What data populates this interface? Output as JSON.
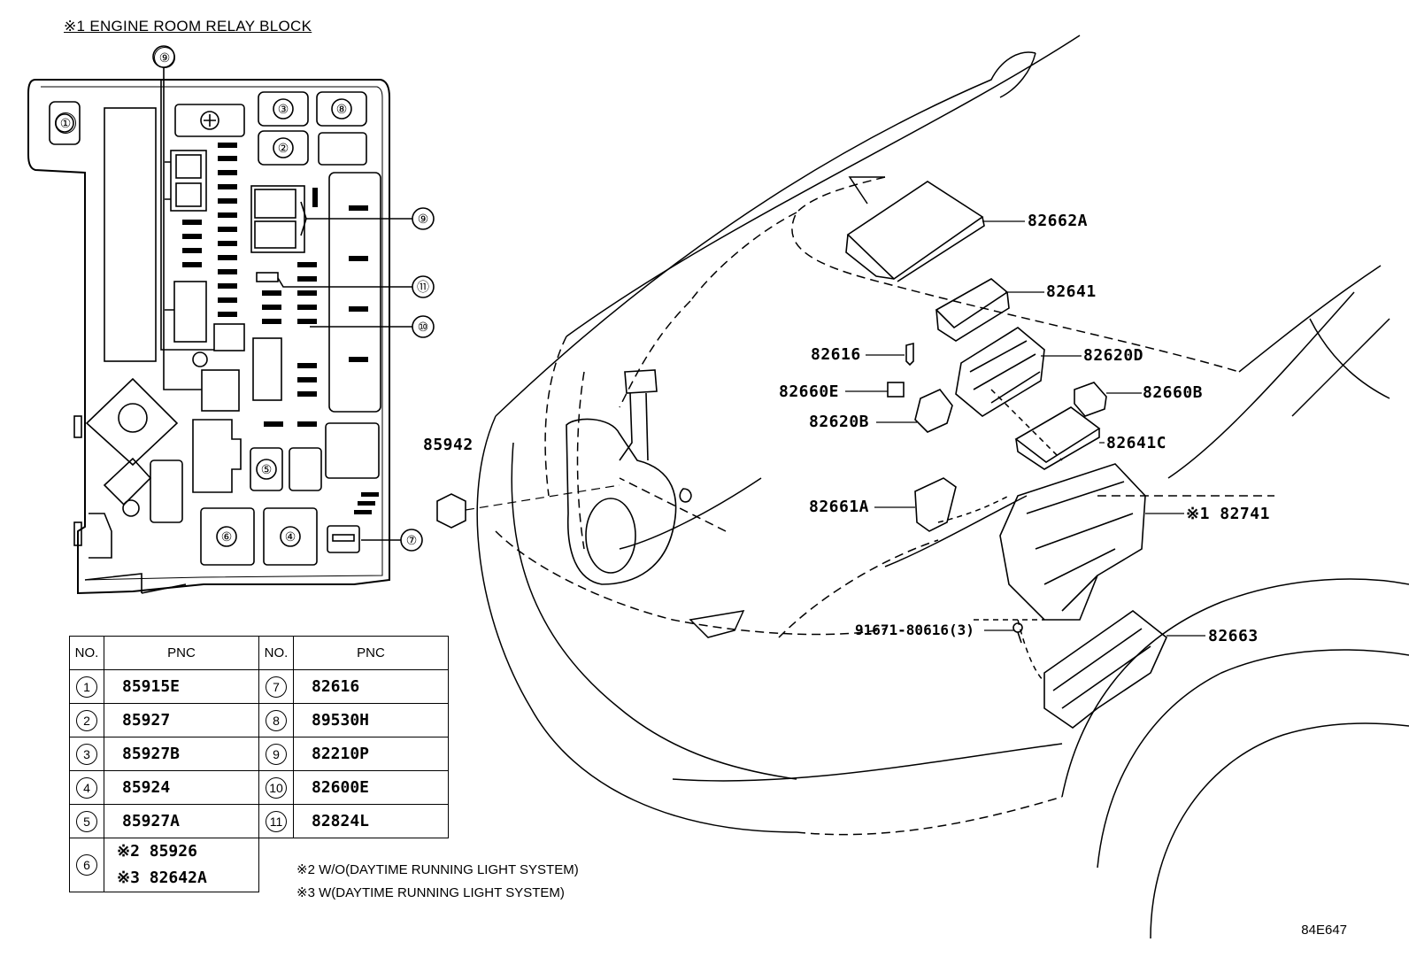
{
  "title": "※1 ENGINE ROOM RELAY BLOCK",
  "relay_block_labels": [
    "①",
    "②",
    "③",
    "④",
    "⑤",
    "⑥",
    "⑦",
    "⑧",
    "⑨",
    "⑩",
    "⑪"
  ],
  "callouts": {
    "c82662A": "82662A",
    "c82641": "82641",
    "c82616": "82616",
    "c82620D": "82620D",
    "c82660E": "82660E",
    "c82660B": "82660B",
    "c82620B": "82620B",
    "c82641C": "82641C",
    "c85942": "85942",
    "c82661A": "82661A",
    "c82741": "※1 82741",
    "c91671": "91671-80616(3)",
    "c82663": "82663"
  },
  "table": {
    "headers": [
      "NO.",
      "PNC",
      "NO.",
      "PNC"
    ],
    "rows": [
      {
        "no1": "1",
        "pnc1": "85915E",
        "no2": "7",
        "pnc2": "82616"
      },
      {
        "no1": "2",
        "pnc1": "85927",
        "no2": "8",
        "pnc2": "89530H"
      },
      {
        "no1": "3",
        "pnc1": "85927B",
        "no2": "9",
        "pnc2": "82210P"
      },
      {
        "no1": "4",
        "pnc1": "85924",
        "no2": "10",
        "pnc2": "82600E"
      },
      {
        "no1": "5",
        "pnc1": "85927A",
        "no2": "11",
        "pnc2": "82824L"
      }
    ],
    "row6": {
      "no": "6",
      "line1": "※2 85926",
      "line2": "※3 82642A"
    }
  },
  "notes": {
    "note2": "※2 W/O(DAYTIME RUNNING LIGHT SYSTEM)",
    "note3": "※3 W(DAYTIME RUNNING LIGHT SYSTEM)"
  },
  "diagram_code": "84E647"
}
